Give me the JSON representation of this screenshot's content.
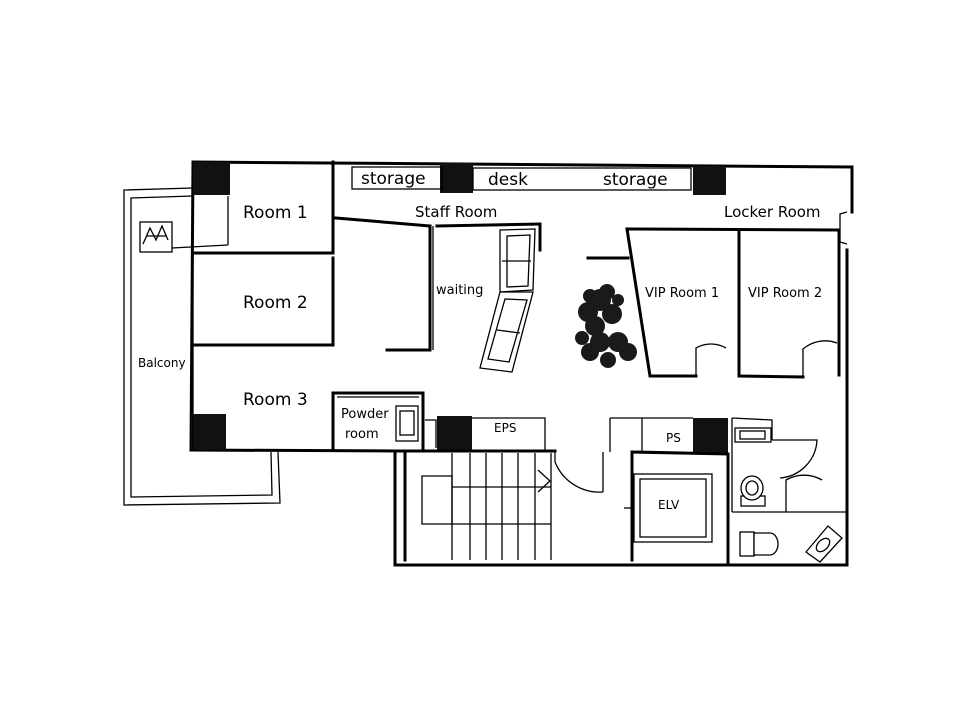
{
  "labels": {
    "storage_left": "storage",
    "desk": "desk",
    "storage_right": "storage",
    "room1": "Room 1",
    "room2": "Room 2",
    "room3": "Room 3",
    "staff_room": "Staff Room",
    "locker_room": "Locker Room",
    "waiting": "waiting",
    "vip1": "VIP Room 1",
    "vip2": "VIP Room 2",
    "balcony": "Balcony",
    "powder_line1": "Powder",
    "powder_line2": "room",
    "eps": "EPS",
    "ps": "PS",
    "elv": "ELV"
  },
  "colors": {
    "wall": "#000000",
    "background": "#ffffff",
    "plant": "#1a1a1a"
  }
}
